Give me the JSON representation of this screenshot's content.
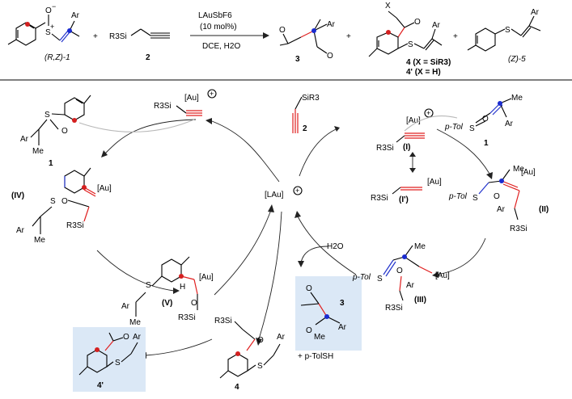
{
  "colors": {
    "highlight_box": "#dbe8f6",
    "red_bond": "#e02020",
    "blue_bond": "#2233cc",
    "red_atom": "#d42020",
    "blue_atom": "#1a2bd0",
    "gray_arrow": "#b8b8b8"
  },
  "top_scheme": {
    "reagent_1_label": "(R,Z)-1",
    "plus": "+",
    "reagent_2_label": "2",
    "reagent_2_group": "R3Si",
    "catalyst": "LAuSbF6",
    "loading": "(10 mol%)",
    "conditions": "DCE, H2O",
    "product_3_label": "3",
    "product_4_label": "4 (X = SiR3)",
    "product_4p_label": "4' (X = H)",
    "product_5_label": "(Z)-5",
    "x_label": "X",
    "ar_label": "Ar"
  },
  "cycle": {
    "center_catalyst": "[LAu]",
    "water": "H2O",
    "silane_label": "2",
    "silane_group": "SiR3",
    "product_3": {
      "label": "3",
      "me": "Me",
      "ar": "Ar",
      "byproduct": "+ p-TolSH"
    },
    "product_4_label": "4",
    "product_4p_label": "4'",
    "int_I": "(I)",
    "int_Ip": "(I')",
    "int_II": "(II)",
    "int_III": "(III)",
    "int_IV": "(IV)",
    "int_V": "(V)",
    "sulfoxide_1_label": "1",
    "au": "[Au]",
    "r3si": "R3Si",
    "ptol": "p-Tol",
    "me": "Me",
    "ar": "Ar",
    "s": "S",
    "o": "O",
    "h": "H"
  }
}
